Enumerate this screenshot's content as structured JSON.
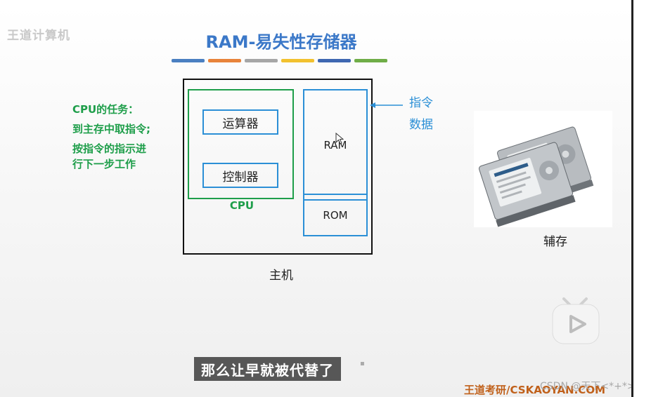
{
  "watermark": "王道计算机",
  "slide": {
    "title": "RAM-易失性存储器",
    "color_bars": [
      "#4a7fc1",
      "#e8833a",
      "#a6a6a6",
      "#f2c12e",
      "#3e67b1",
      "#6fad47"
    ],
    "cpu_task": {
      "line1": "CPU的任务：",
      "line2": "到主存中取指令;",
      "line3": "按指令的指示进",
      "line4": "行下一步工作"
    },
    "diagram": {
      "alu": "运算器",
      "control_unit": "控制器",
      "cpu": "CPU",
      "ram": "RAM",
      "rom": "ROM",
      "host": "主机",
      "instruction": "指令",
      "data": "数据"
    },
    "secondary_storage": "辅存"
  },
  "player": {
    "subtitle": "那么让早就被代替了"
  },
  "footer": {
    "brand": "王道考研/CSKAOYAN.COM",
    "csdn": "CSDN @天下<*+*>"
  },
  "colors": {
    "title": "#3b78c8",
    "green": "#1e9e4a",
    "blue": "#2b8fd6"
  }
}
